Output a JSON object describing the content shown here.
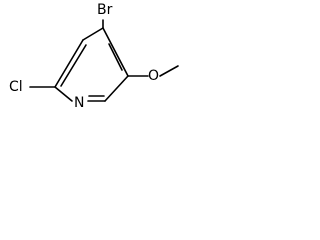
{
  "molecule": {
    "atoms": {
      "bromine": "Br",
      "chlorine": "Cl",
      "nitrogen": "N",
      "oxygen": "O"
    }
  }
}
